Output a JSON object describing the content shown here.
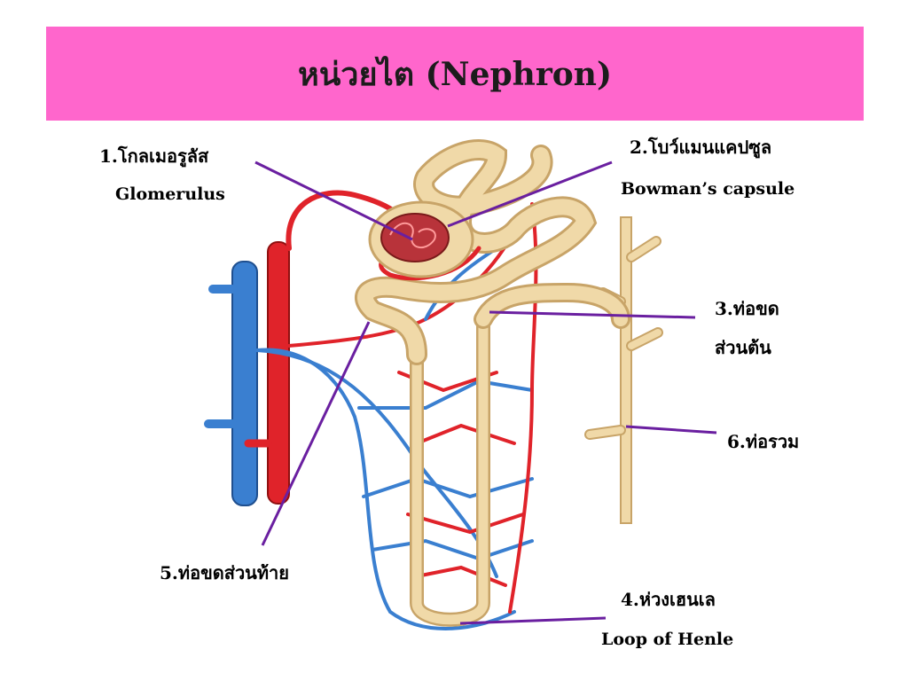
{
  "title": "หน่วยไต (Nephron)",
  "labels": {
    "glomerulus_th": "1.โกลเมอรูลัส",
    "glomerulus_en": "Glomerulus",
    "bowman_th": "2.โบว์แมนแคปซูล",
    "bowman_en": "Bowman’s capsule",
    "proximal_l1": "3.ท่อขด",
    "proximal_l2": "ส่วนต้น",
    "collecting": "6.ท่อรวม",
    "distal": "5.ท่อขดส่วนท้าย",
    "henle_th": "4.ห่วงเฮนเล",
    "henle_en": "Loop  of  Henle"
  },
  "colors": {
    "title_bg": "#ff66cc",
    "artery": "#e0232a",
    "vein": "#3a7fd0",
    "tubule": "#f0d9a8",
    "tubule_edge": "#c8a468",
    "pointer": "#6a1fa0"
  }
}
